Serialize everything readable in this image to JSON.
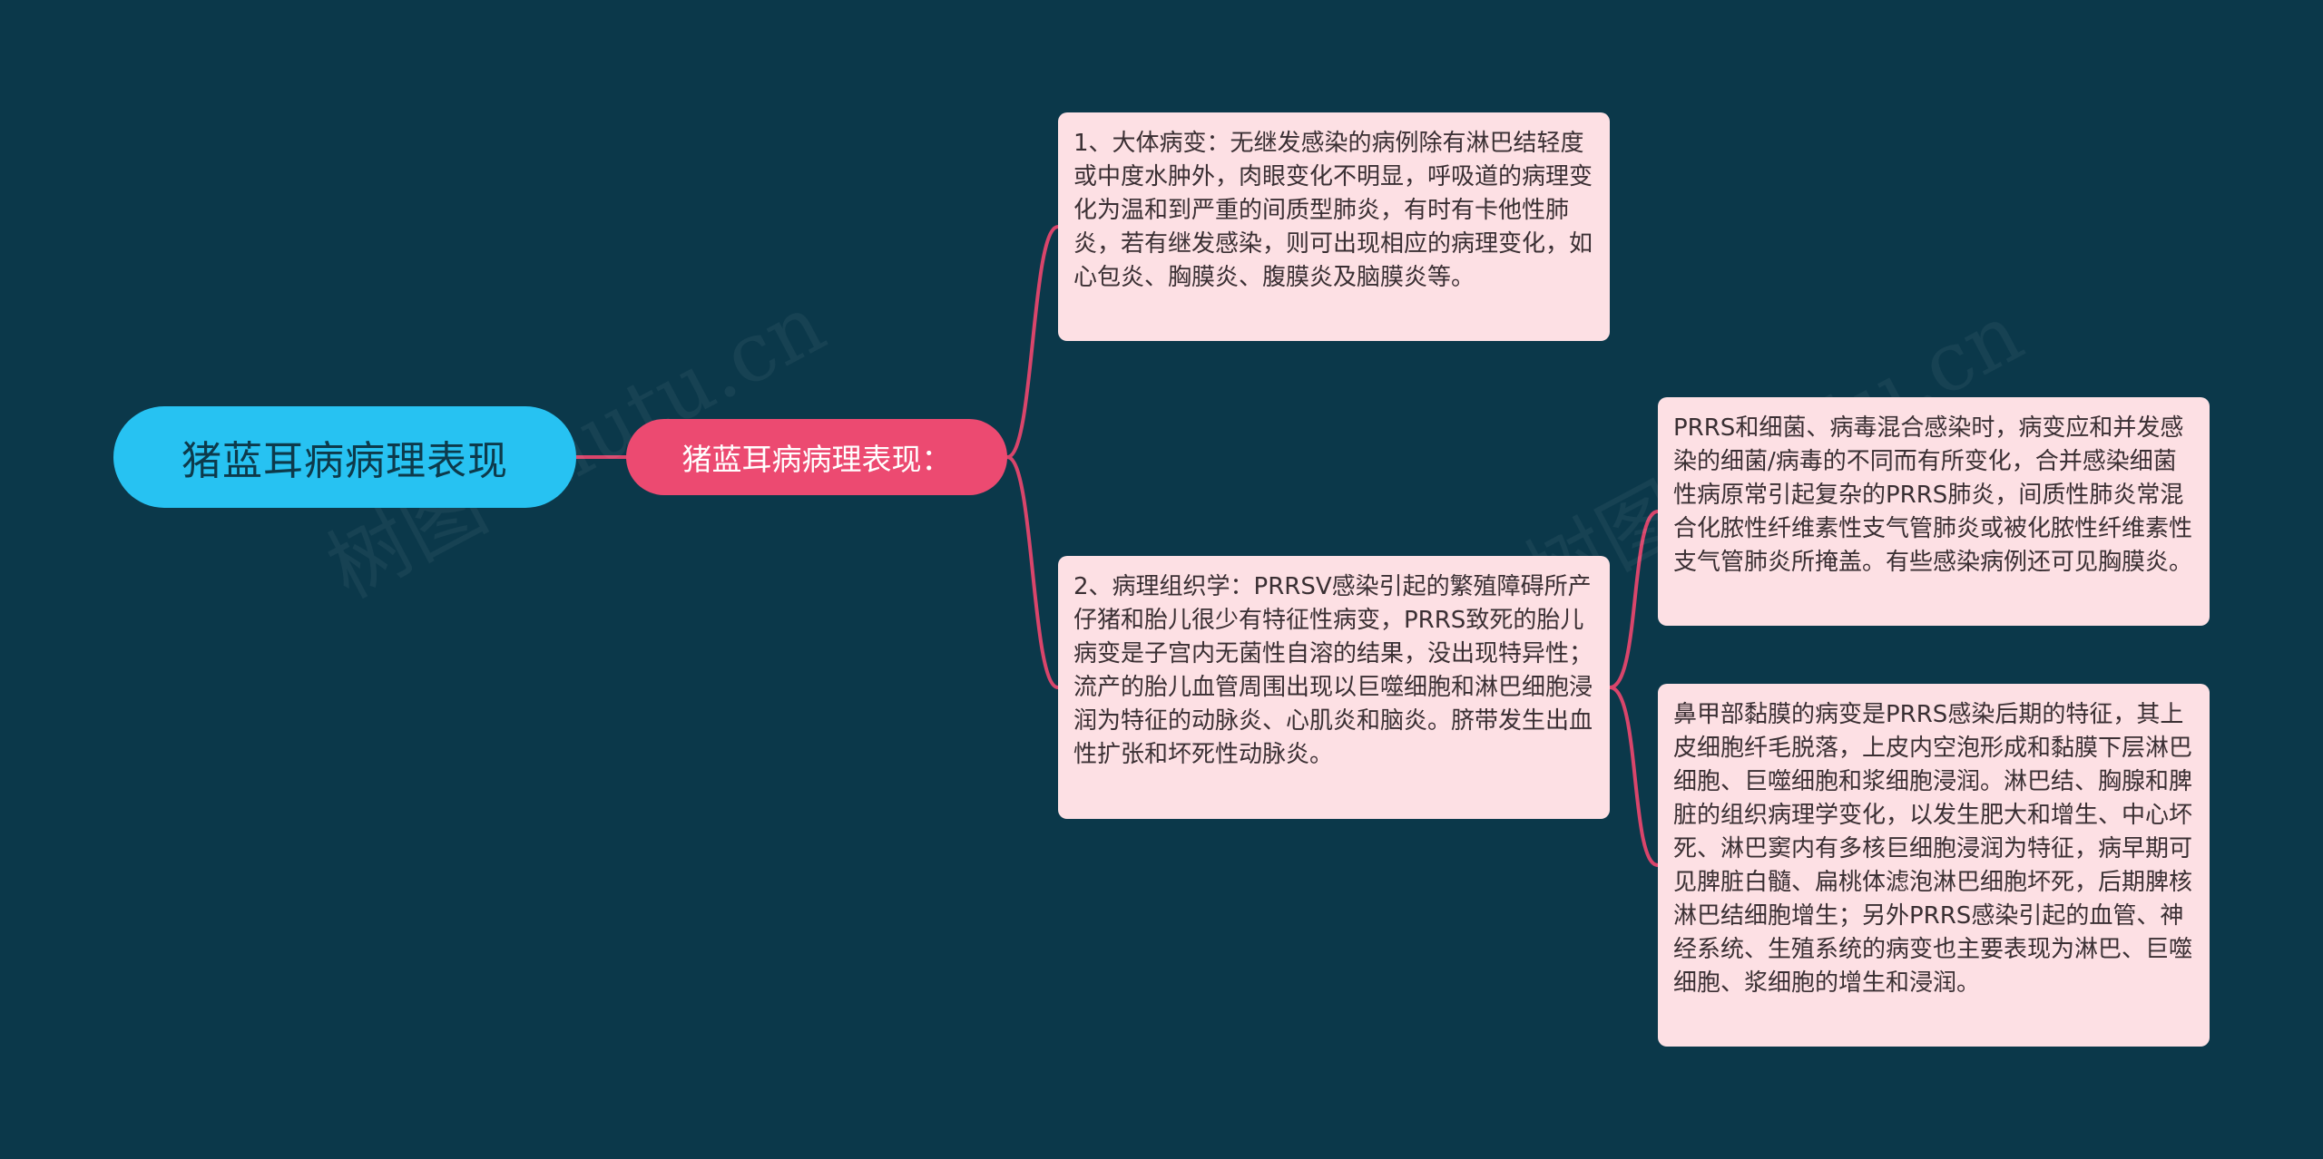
{
  "root": {
    "label": "猪蓝耳病病理表现"
  },
  "branch": {
    "label": "猪蓝耳病病理表现："
  },
  "cards": {
    "card1": "1、大体病变：无继发感染的病例除有淋巴结轻度或中度水肿外，肉眼变化不明显，呼吸道的病理变化为温和到严重的间质型肺炎，有时有卡他性肺炎，若有继发感染，则可出现相应的病理变化，如心包炎、胸膜炎、腹膜炎及脑膜炎等。",
    "card2": "2、病理组织学：PRRSV感染引起的繁殖障碍所产仔猪和胎儿很少有特征性病变，PRRS致死的胎儿病变是子宫内无菌性自溶的结果，没出现特异性；流产的胎儿血管周围出现以巨噬细胞和淋巴细胞浸润为特征的动脉炎、心肌炎和脑炎。脐带发生出血性扩张和坏死性动脉炎。",
    "card3": "PRRS和细菌、病毒混合感染时，病变应和并发感染的细菌/病毒的不同而有所变化，合并感染细菌性病原常引起复杂的PRRS肺炎，间质性肺炎常混合化脓性纤维素性支气管肺炎或被化脓性纤维素性支气管肺炎所掩盖。有些感染病例还可见胸膜炎。",
    "card4": "鼻甲部黏膜的病变是PRRS感染后期的特征，其上皮细胞纤毛脱落，上皮内空泡形成和黏膜下层淋巴细胞、巨噬细胞和浆细胞浸润。淋巴结、胸腺和脾脏的组织病理学变化，以发生肥大和增生、中心坏死、淋巴窦内有多核巨细胞浸润为特征，病早期可见脾脏白髓、扁桃体滤泡淋巴细胞坏死，后期脾核淋巴结细胞增生；另外PRRS感染引起的血管、神经系统、生殖系统的病变也主要表现为淋巴、巨噬细胞、浆细胞的增生和浸润。"
  },
  "colors": {
    "background": "#0b384a",
    "root": "#27c2f2",
    "branch": "#ec4a71",
    "card": "#fde0e4",
    "connector": "#d9456b"
  }
}
